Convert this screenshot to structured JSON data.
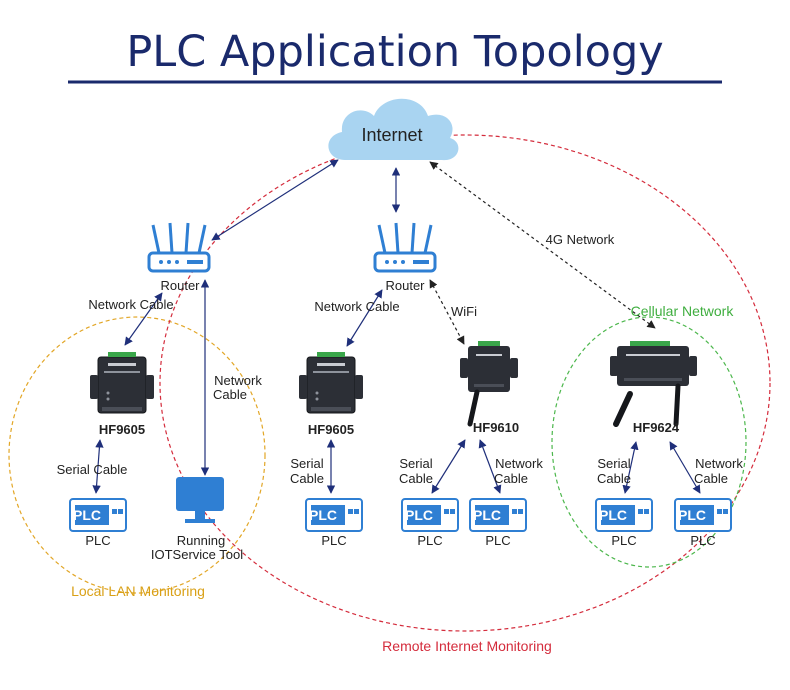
{
  "title": "PLC Application Topology",
  "cloud": {
    "label": "Internet"
  },
  "routers": [
    {
      "label": "Router"
    },
    {
      "label": "Router"
    }
  ],
  "devices": [
    {
      "model": "HF9605"
    },
    {
      "model": "HF9605"
    },
    {
      "model": "HF9610"
    },
    {
      "model": "HF9624"
    }
  ],
  "plcs": [
    {
      "label": "PLC",
      "badge": "PLC"
    },
    {
      "label": "PLC",
      "badge": "PLC"
    },
    {
      "label": "PLC",
      "badge": "PLC"
    },
    {
      "label": "PLC",
      "badge": "PLC"
    },
    {
      "label": "PLC",
      "badge": "PLC"
    },
    {
      "label": "PLC",
      "badge": "PLC"
    }
  ],
  "computer": {
    "label_line1": "Running",
    "label_line2": "IOTService Tool"
  },
  "links": {
    "network_cable": "Network Cable",
    "network_cable_line1": "Network",
    "network_cable_line2": "Cable",
    "serial_cable": "Serial Cable",
    "serial_cable_line1": "Serial",
    "serial_cable_line2": "Cable",
    "wifi": "WiFi",
    "network_4g": "4G Network"
  },
  "regions": {
    "local": "Local LAN Monitoring",
    "cellular": "Cellular Network",
    "remote": "Remote Internet Monitoring"
  },
  "colors": {
    "title": "#1a2a6c",
    "cloud": "#a9d4f1",
    "router": "#2f7fd3",
    "plc": "#2f7fd3",
    "lan": "#e2a626",
    "cellular": "#4cb74c",
    "remote": "#d42c3c"
  }
}
